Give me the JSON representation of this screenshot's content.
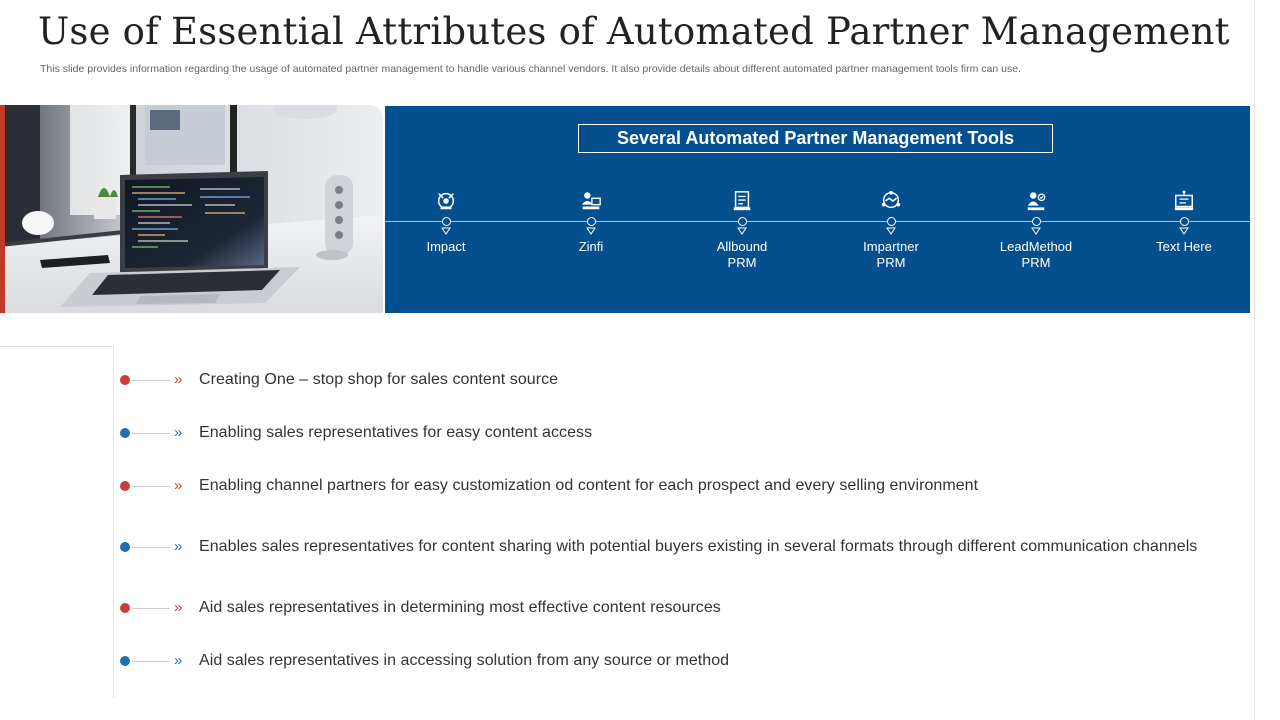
{
  "title": "Use of Essential Attributes of Automated Partner Management",
  "subtitle": "This slide provides information regarding the usage of automated partner management to handle various channel vendors. It also provide details about different automated partner management tools firm can use.",
  "colors": {
    "panel_blue": "#04508f",
    "accent_red": "#cc3d3d",
    "accent_blue": "#1f6fb5"
  },
  "tools_panel": {
    "heading": "Several Automated Partner Management Tools",
    "tools": [
      {
        "label": "Impact",
        "icon": "impact-icon"
      },
      {
        "label": "Zinfi",
        "icon": "user-laptop-icon"
      },
      {
        "label": "Allbound\nPRM",
        "icon": "document-icon"
      },
      {
        "label": "Impartner\nPRM",
        "icon": "handshake-icon"
      },
      {
        "label": "LeadMethod\nPRM",
        "icon": "user-check-icon"
      },
      {
        "label": "Text Here",
        "icon": "monitor-icon"
      }
    ]
  },
  "bullets": [
    {
      "text": "Creating One – stop shop for sales content source",
      "color": "red"
    },
    {
      "text": "Enabling sales representatives for easy content access",
      "color": "blue"
    },
    {
      "text": "Enabling channel partners for easy customization od content for each prospect and every selling environment",
      "color": "red"
    },
    {
      "text": "Enables sales representatives for content sharing with potential buyers existing in several formats through different communication channels",
      "color": "blue"
    },
    {
      "text": "Aid sales representatives in determining most effective content resources",
      "color": "red"
    },
    {
      "text": "Aid sales representatives in accessing solution from any source or method",
      "color": "blue"
    }
  ]
}
